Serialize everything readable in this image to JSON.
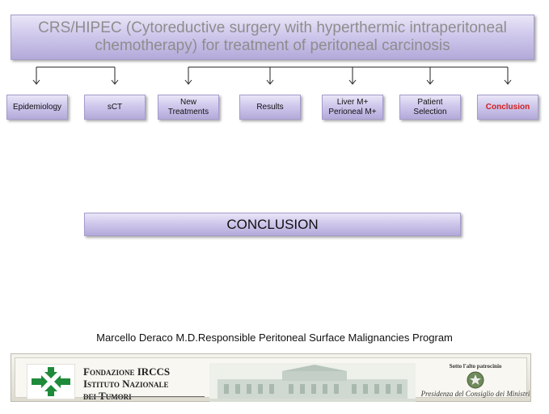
{
  "title": "CRS/HIPEC (Cytoreductive surgery with hyperthermic intraperitoneal chemotherapy) for treatment of peritoneal carcinosis",
  "nav_items": [
    {
      "label": "Epidemiology",
      "active": false
    },
    {
      "label": "sCT",
      "active": false
    },
    {
      "label": "New Treatments",
      "active": false
    },
    {
      "label": "Results",
      "active": false
    },
    {
      "label": "Liver M+ Perioneal M+",
      "active": false
    },
    {
      "label": "Patient Selection",
      "active": false
    },
    {
      "label": "Conclusion",
      "active": true
    }
  ],
  "section": "CONCLUSION",
  "author": "Marcello Deraco M.D.Responsible  Peritoneal Surface Malignancies Program",
  "footer": {
    "institute_lines": [
      "Fondazione IRCCS",
      "Istituto Nazionale",
      "dei Tumori"
    ],
    "patronage_top": "Sotto l'alto patrocinio",
    "patronage_bottom": "Presidenza del Consiglio dei Ministri"
  },
  "colors": {
    "accent_box": "#c9c1e8",
    "title_text": "#8d8d8d",
    "active_nav": "#d21e1e",
    "logo_green": "#1e8a3a"
  }
}
